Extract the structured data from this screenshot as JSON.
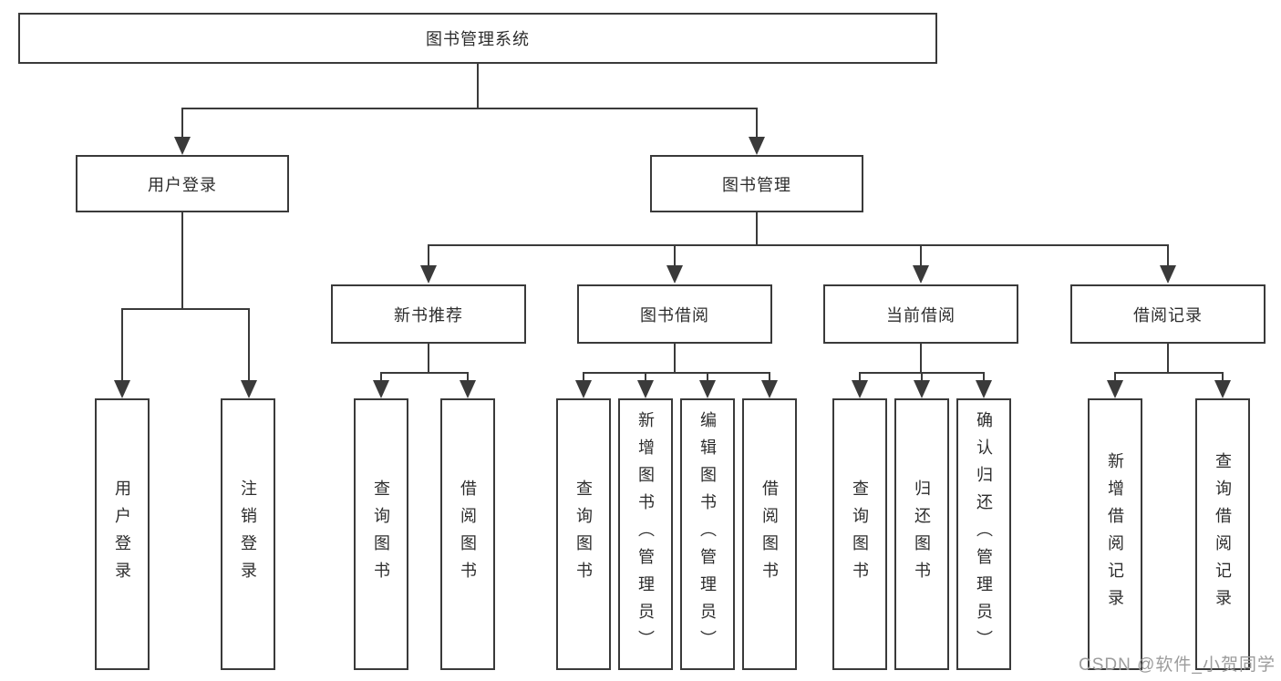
{
  "diagram": {
    "title": "图书管理系统",
    "root": {
      "label": "图书管理系统"
    },
    "branches": [
      {
        "label": "用户登录",
        "children": [
          {
            "label": "用户登录"
          },
          {
            "label": "注销登录"
          }
        ]
      },
      {
        "label": "图书管理",
        "children": [
          {
            "label": "新书推荐",
            "children": [
              {
                "label": "查询图书"
              },
              {
                "label": "借阅图书"
              }
            ]
          },
          {
            "label": "图书借阅",
            "children": [
              {
                "label": "查询图书"
              },
              {
                "label": "新增图书（管理员）"
              },
              {
                "label": "编辑图书（管理员）"
              },
              {
                "label": "借阅图书"
              }
            ]
          },
          {
            "label": "当前借阅",
            "children": [
              {
                "label": "查询图书"
              },
              {
                "label": "归还图书"
              },
              {
                "label": "确认归还（管理员）"
              }
            ]
          },
          {
            "label": "借阅记录",
            "children": [
              {
                "label": "新增借阅记录"
              },
              {
                "label": "查询借阅记录"
              }
            ]
          }
        ]
      }
    ],
    "watermark": {
      "text": "CSDN @软件_小贺同学"
    },
    "icons": {
      "arrowhead": "css-triangle-down"
    },
    "colors": {
      "line": "#3a3a3a",
      "text": "#2d2d2d",
      "watermark": "#9c9c9c",
      "background": "#ffffff"
    }
  }
}
